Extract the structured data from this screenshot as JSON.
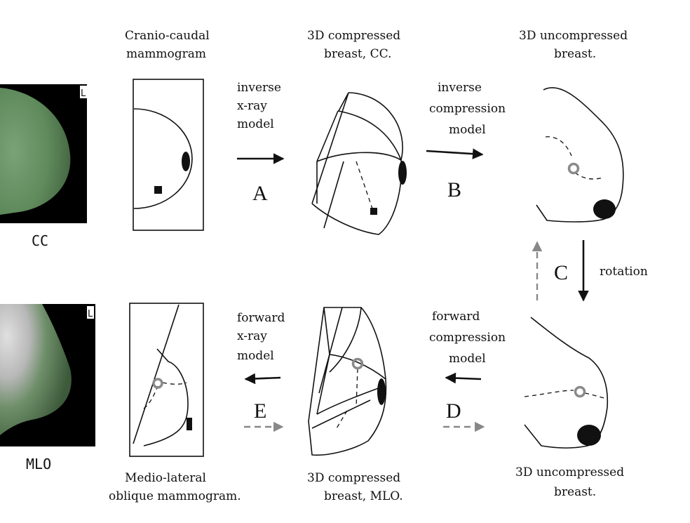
{
  "thumbnails": {
    "cc_label": "CC",
    "mlo_label": "MLO",
    "marker_char": "L"
  },
  "top_row": {
    "cc_mammogram_title": [
      "Cranio-caudal",
      "mammogram"
    ],
    "compressed_cc_title": [
      "3D compressed",
      "breast, CC."
    ],
    "uncompressed_title": [
      "3D uncompressed",
      "breast."
    ]
  },
  "bottom_row": {
    "mlo_mammogram_title": [
      "Medio-lateral",
      "oblique mammogram."
    ],
    "compressed_mlo_title": [
      "3D compressed",
      "breast, MLO."
    ],
    "uncompressed_title": [
      "3D uncompressed",
      "breast."
    ]
  },
  "steps": {
    "A": {
      "letter": "A",
      "text": [
        "inverse",
        "x-ray",
        "model"
      ]
    },
    "B": {
      "letter": "B",
      "text": [
        "inverse",
        "compression",
        "model"
      ]
    },
    "C": {
      "letter": "C",
      "text": [
        "rotation"
      ]
    },
    "D": {
      "letter": "D",
      "text": [
        "forward",
        "compression",
        "model"
      ]
    },
    "E": {
      "letter": "E",
      "text": [
        "forward",
        "x-ray",
        "model"
      ]
    }
  },
  "colors": {
    "ink": "#111111",
    "gray_marker": "#8a8a8a",
    "gray_arrow": "#888888",
    "tissue_green": "#5f8a5c"
  }
}
